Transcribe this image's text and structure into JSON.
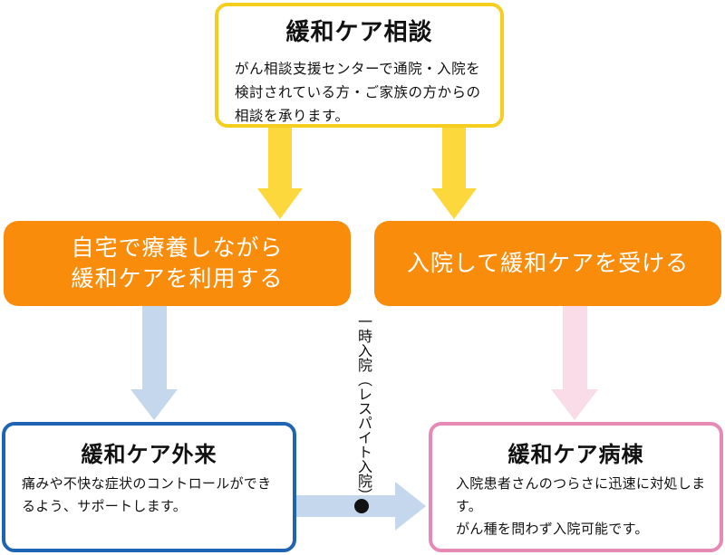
{
  "top_box": {
    "title": "緩和ケア相談",
    "description": "がん相談支援センターで通院・入院を検討されている方・ご家族の方からの相談を承ります。"
  },
  "home_box": {
    "line1": "自宅で療養しながら",
    "line2": "緩和ケアを利用する"
  },
  "inpatient_box": {
    "label": "入院して緩和ケアを受ける"
  },
  "outpatient_box": {
    "title": "緩和ケア外来",
    "description": "痛みや不快な症状のコントロールができるよう、サポートします。"
  },
  "ward_box": {
    "title": "緩和ケア病棟",
    "line1": "入院患者さんのつらさに迅速に対処します。",
    "line2": "がん種を問わず入院可能です。"
  },
  "respite_label": "一時入院（レスパイト入院）",
  "colors": {
    "yellow": "#f6cf1e",
    "orange": "#f98c0b",
    "blue_border": "#1e63b4",
    "pink_border": "#e48ab5",
    "yellow_arrow": "#fdd83d",
    "blue_arrow": "#c5d7ed",
    "pink_arrow": "#fadbe8"
  }
}
